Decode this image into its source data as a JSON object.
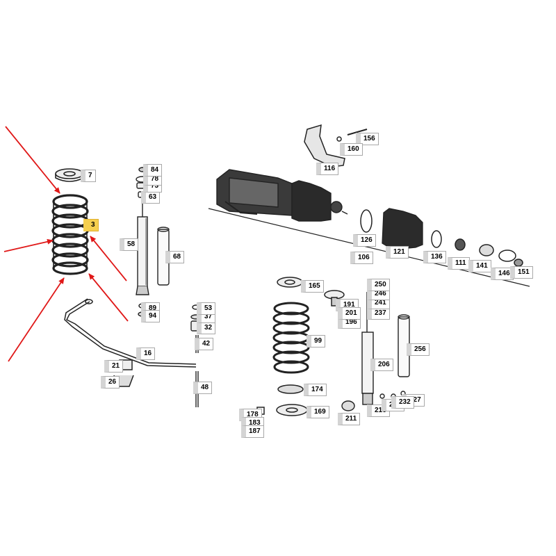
{
  "diagram": {
    "highlight_color": "#f5cf4e",
    "arrow_color": "#e01818",
    "highlighted_part": "3",
    "labels": {
      "p3": "3",
      "p7": "7",
      "p16": "16",
      "p21": "21",
      "p26": "26",
      "p32": "32",
      "p37": "37",
      "p42": "42",
      "p48": "48",
      "p53": "53",
      "p58": "58",
      "p63": "63",
      "p68": "68",
      "p73": "73",
      "p78": "78",
      "p84": "84",
      "p89": "89",
      "p94": "94",
      "p99": "99",
      "p106": "106",
      "p111": "111",
      "p116": "116",
      "p121": "121",
      "p126": "126",
      "p136": "136",
      "p141": "141",
      "p146": "146",
      "p151": "151",
      "p156": "156",
      "p160": "160",
      "p165": "165",
      "p169": "169",
      "p174": "174",
      "p178": "178",
      "p183": "183",
      "p187": "187",
      "p191": "191",
      "p196": "196",
      "p201": "201",
      "p206": "206",
      "p211": "211",
      "p216": "216",
      "p221": "221",
      "p227": "227",
      "p232": "232",
      "p237": "237",
      "p241": "241",
      "p246": "246",
      "p250": "250",
      "p256": "256"
    }
  }
}
